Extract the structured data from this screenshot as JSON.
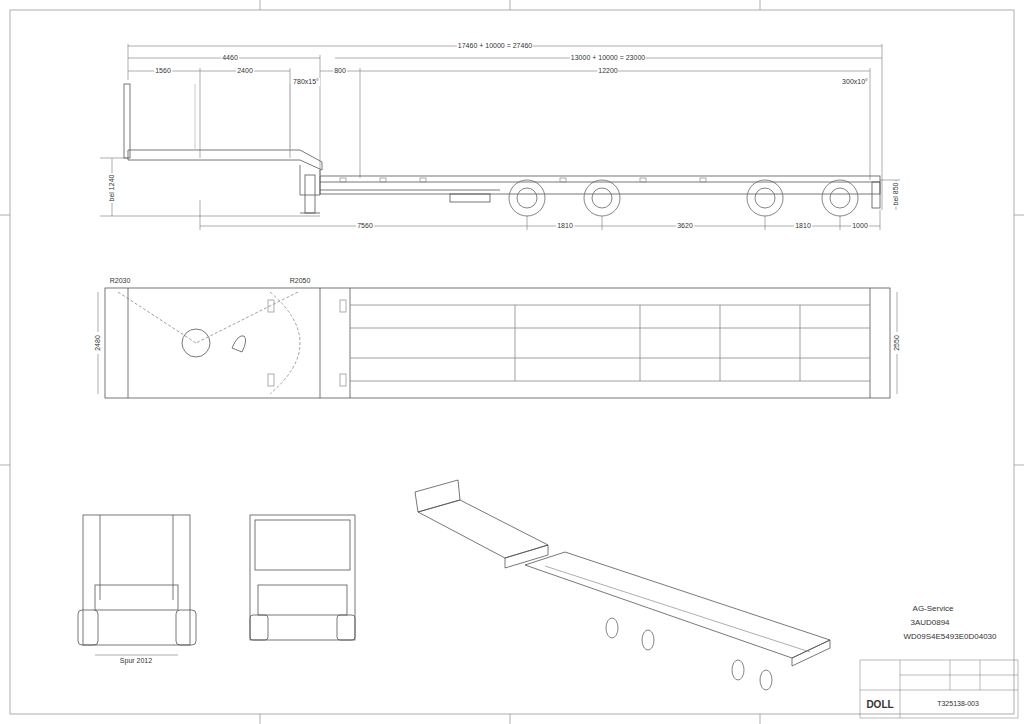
{
  "diagram": {
    "labels": [
      "17460 + 10000 = 27460",
      "4460",
      "13000 + 10000 = 23000",
      "1560",
      "2400",
      "780x15°",
      "800",
      "12200",
      "300x10°",
      "bel 1240",
      "bel 850",
      "7560",
      "1810",
      "3620",
      "1810",
      "1000",
      "R2030",
      "R2050",
      "2480",
      "2550",
      "Spur 2012",
      "AG-Service",
      "3AUD0894",
      "WD09S4E5493E0D04030",
      "DOLL",
      "T325138-003"
    ]
  }
}
